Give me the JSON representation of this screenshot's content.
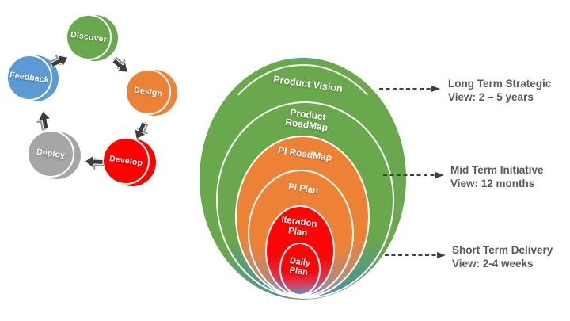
{
  "diagram": {
    "cycle": {
      "items": [
        {
          "label": "Discover",
          "color": "#69A84C"
        },
        {
          "label": "Design",
          "color": "#ED8236"
        },
        {
          "label": "Develop",
          "color": "#FE0000"
        },
        {
          "label": "Deploy",
          "color": "#A6A6A6"
        },
        {
          "label": "Feedback",
          "color": "#5B9BD5"
        }
      ]
    },
    "onion": {
      "levels": [
        {
          "label": "Product Vision",
          "color": "#69A84C",
          "lines": [
            "Product Vision"
          ]
        },
        {
          "label": "Product RoadMap",
          "color": "#69A84C",
          "lines": [
            "Product",
            "RoadMap"
          ]
        },
        {
          "label": "PI RoadMap",
          "color": "#ED8236",
          "lines": [
            "PI RoadMap"
          ]
        },
        {
          "label": "PI Plan",
          "color": "#ED8236",
          "lines": [
            "PI Plan"
          ]
        },
        {
          "label": "Iteration Plan",
          "color": "#FE0000",
          "lines": [
            "Iteration",
            "Plan"
          ]
        },
        {
          "label": "Daily Plan",
          "color": "#FE0000",
          "lines": [
            "Daily",
            "Plan"
          ]
        }
      ]
    },
    "annotations": [
      {
        "title": "Long Term Strategic",
        "detail": "View: 2 – 5 years"
      },
      {
        "title": "Mid Term Initiative",
        "detail": "View: 12 months"
      },
      {
        "title": "Short Term Delivery",
        "detail": "View: 2-4 weeks"
      }
    ],
    "colors": {
      "green": "#69A84C",
      "orange": "#ED8236",
      "red": "#FE0000",
      "gray": "#A6A6A6",
      "blue": "#5B9BD5",
      "arrow_front": "#3E3E3E",
      "arrow_back": "#8F8F8F",
      "annotation_text": "#595959",
      "fade_blue": "#6B87C5"
    }
  }
}
